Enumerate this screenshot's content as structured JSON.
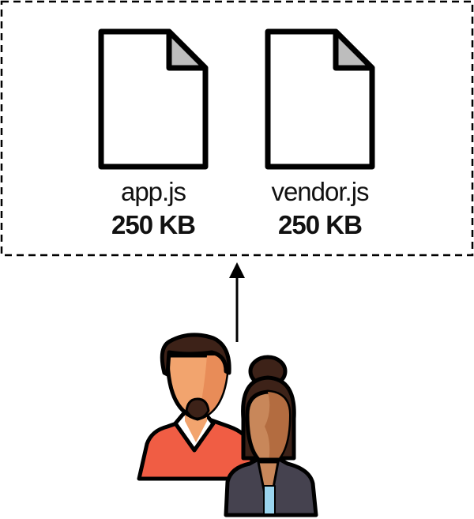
{
  "files": [
    {
      "name": "app.js",
      "size": "250 KB",
      "icon": "file-icon"
    },
    {
      "name": "vendor.js",
      "size": "250 KB",
      "icon": "file-icon"
    }
  ],
  "users": [
    "man-avatar",
    "woman-avatar"
  ],
  "colors": {
    "stroke": "#000000",
    "fold": "#bdbdbd",
    "shirt": "#f05d44",
    "jacket": "#45424f",
    "blouse": "#9ad4ee",
    "hair": "#3d2218"
  }
}
